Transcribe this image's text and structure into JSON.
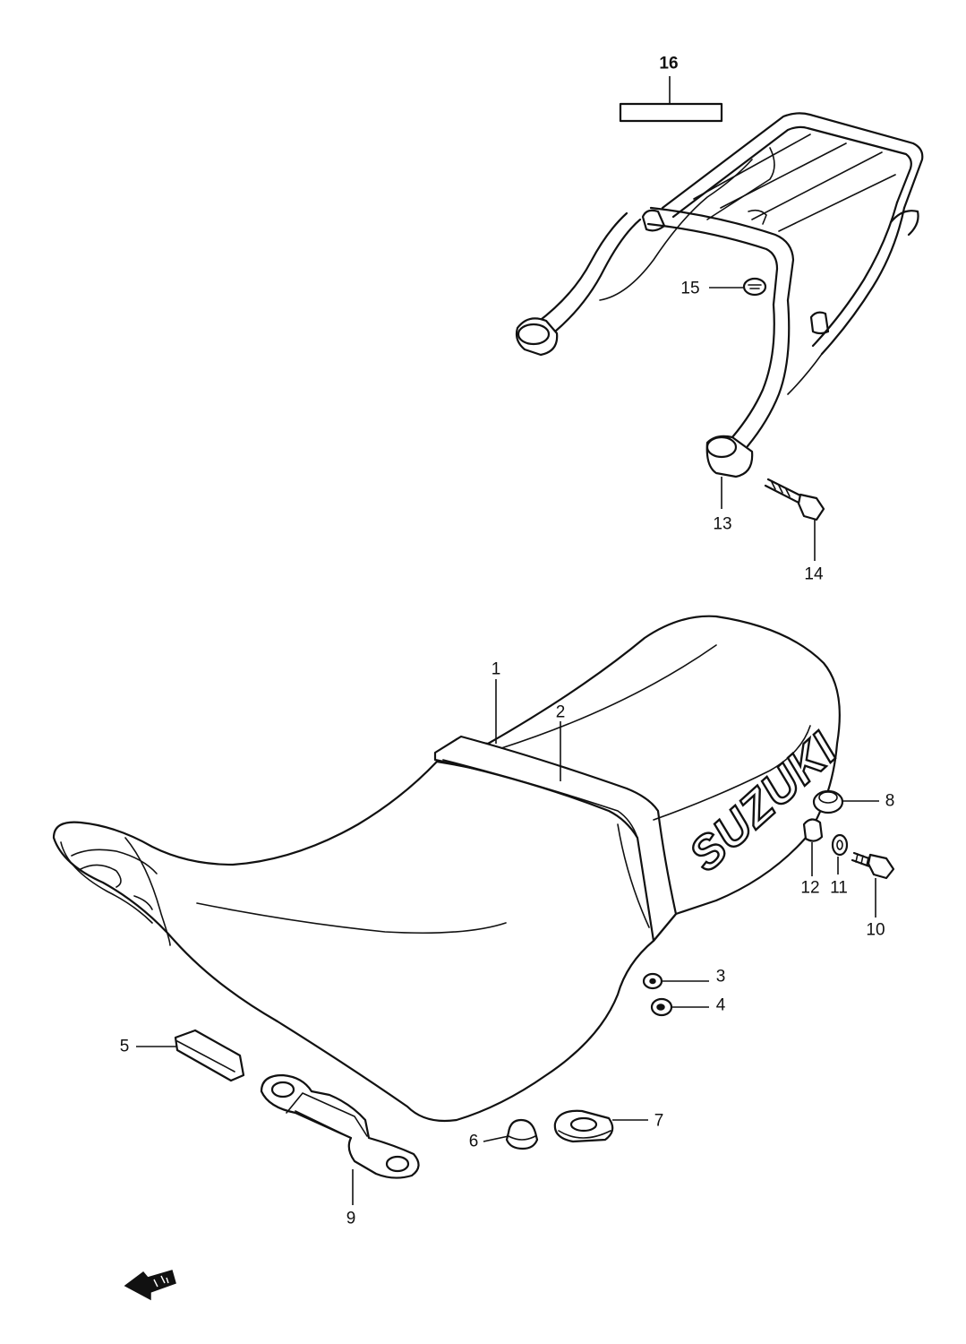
{
  "callouts": [
    {
      "id": "1",
      "label": "1"
    },
    {
      "id": "2",
      "label": "2"
    },
    {
      "id": "3",
      "label": "3"
    },
    {
      "id": "4",
      "label": "4"
    },
    {
      "id": "5",
      "label": "5"
    },
    {
      "id": "6",
      "label": "6"
    },
    {
      "id": "7",
      "label": "7"
    },
    {
      "id": "8",
      "label": "8"
    },
    {
      "id": "9",
      "label": "9"
    },
    {
      "id": "10",
      "label": "10"
    },
    {
      "id": "11",
      "label": "11"
    },
    {
      "id": "12",
      "label": "12"
    },
    {
      "id": "13",
      "label": "13"
    },
    {
      "id": "14",
      "label": "14"
    },
    {
      "id": "15",
      "label": "15"
    },
    {
      "id": "16",
      "label": "16"
    }
  ],
  "seat_logo": "SUZUKI",
  "icons": {
    "front_arrow": "front-direction-arrow-icon"
  }
}
